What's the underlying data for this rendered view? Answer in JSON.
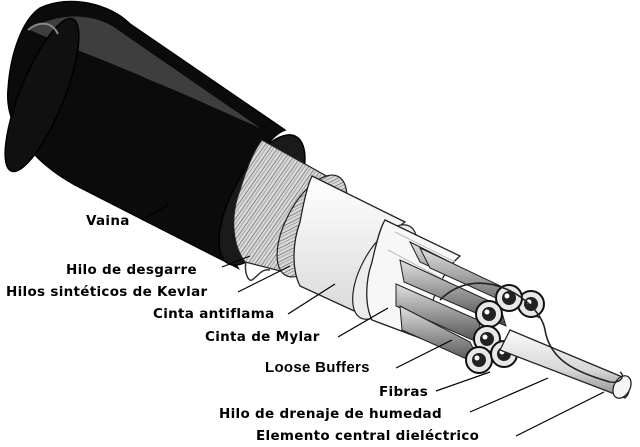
{
  "labels": {
    "vaina": "Vaina",
    "hilo_desgarre": "Hilo de desgarre",
    "hilos_kevlar": "Hilos sintéticos de Kevlar",
    "cinta_antiflama": "Cinta antiflama",
    "cinta_mylar": "Cinta de Mylar",
    "loose_buffers": "Loose Buffers",
    "fibras": "Fibras",
    "hilo_drenaje": "Hilo de drenaje de humedad",
    "elemento_central": "Elemento central dieléctrico"
  },
  "colors": {
    "sheath": "#0a0a0a",
    "background": "#ffffff",
    "kevlar": "#c8c8c8",
    "tape": "#f2f2f2",
    "tube": "#9a9a9a",
    "text": "#000000"
  }
}
